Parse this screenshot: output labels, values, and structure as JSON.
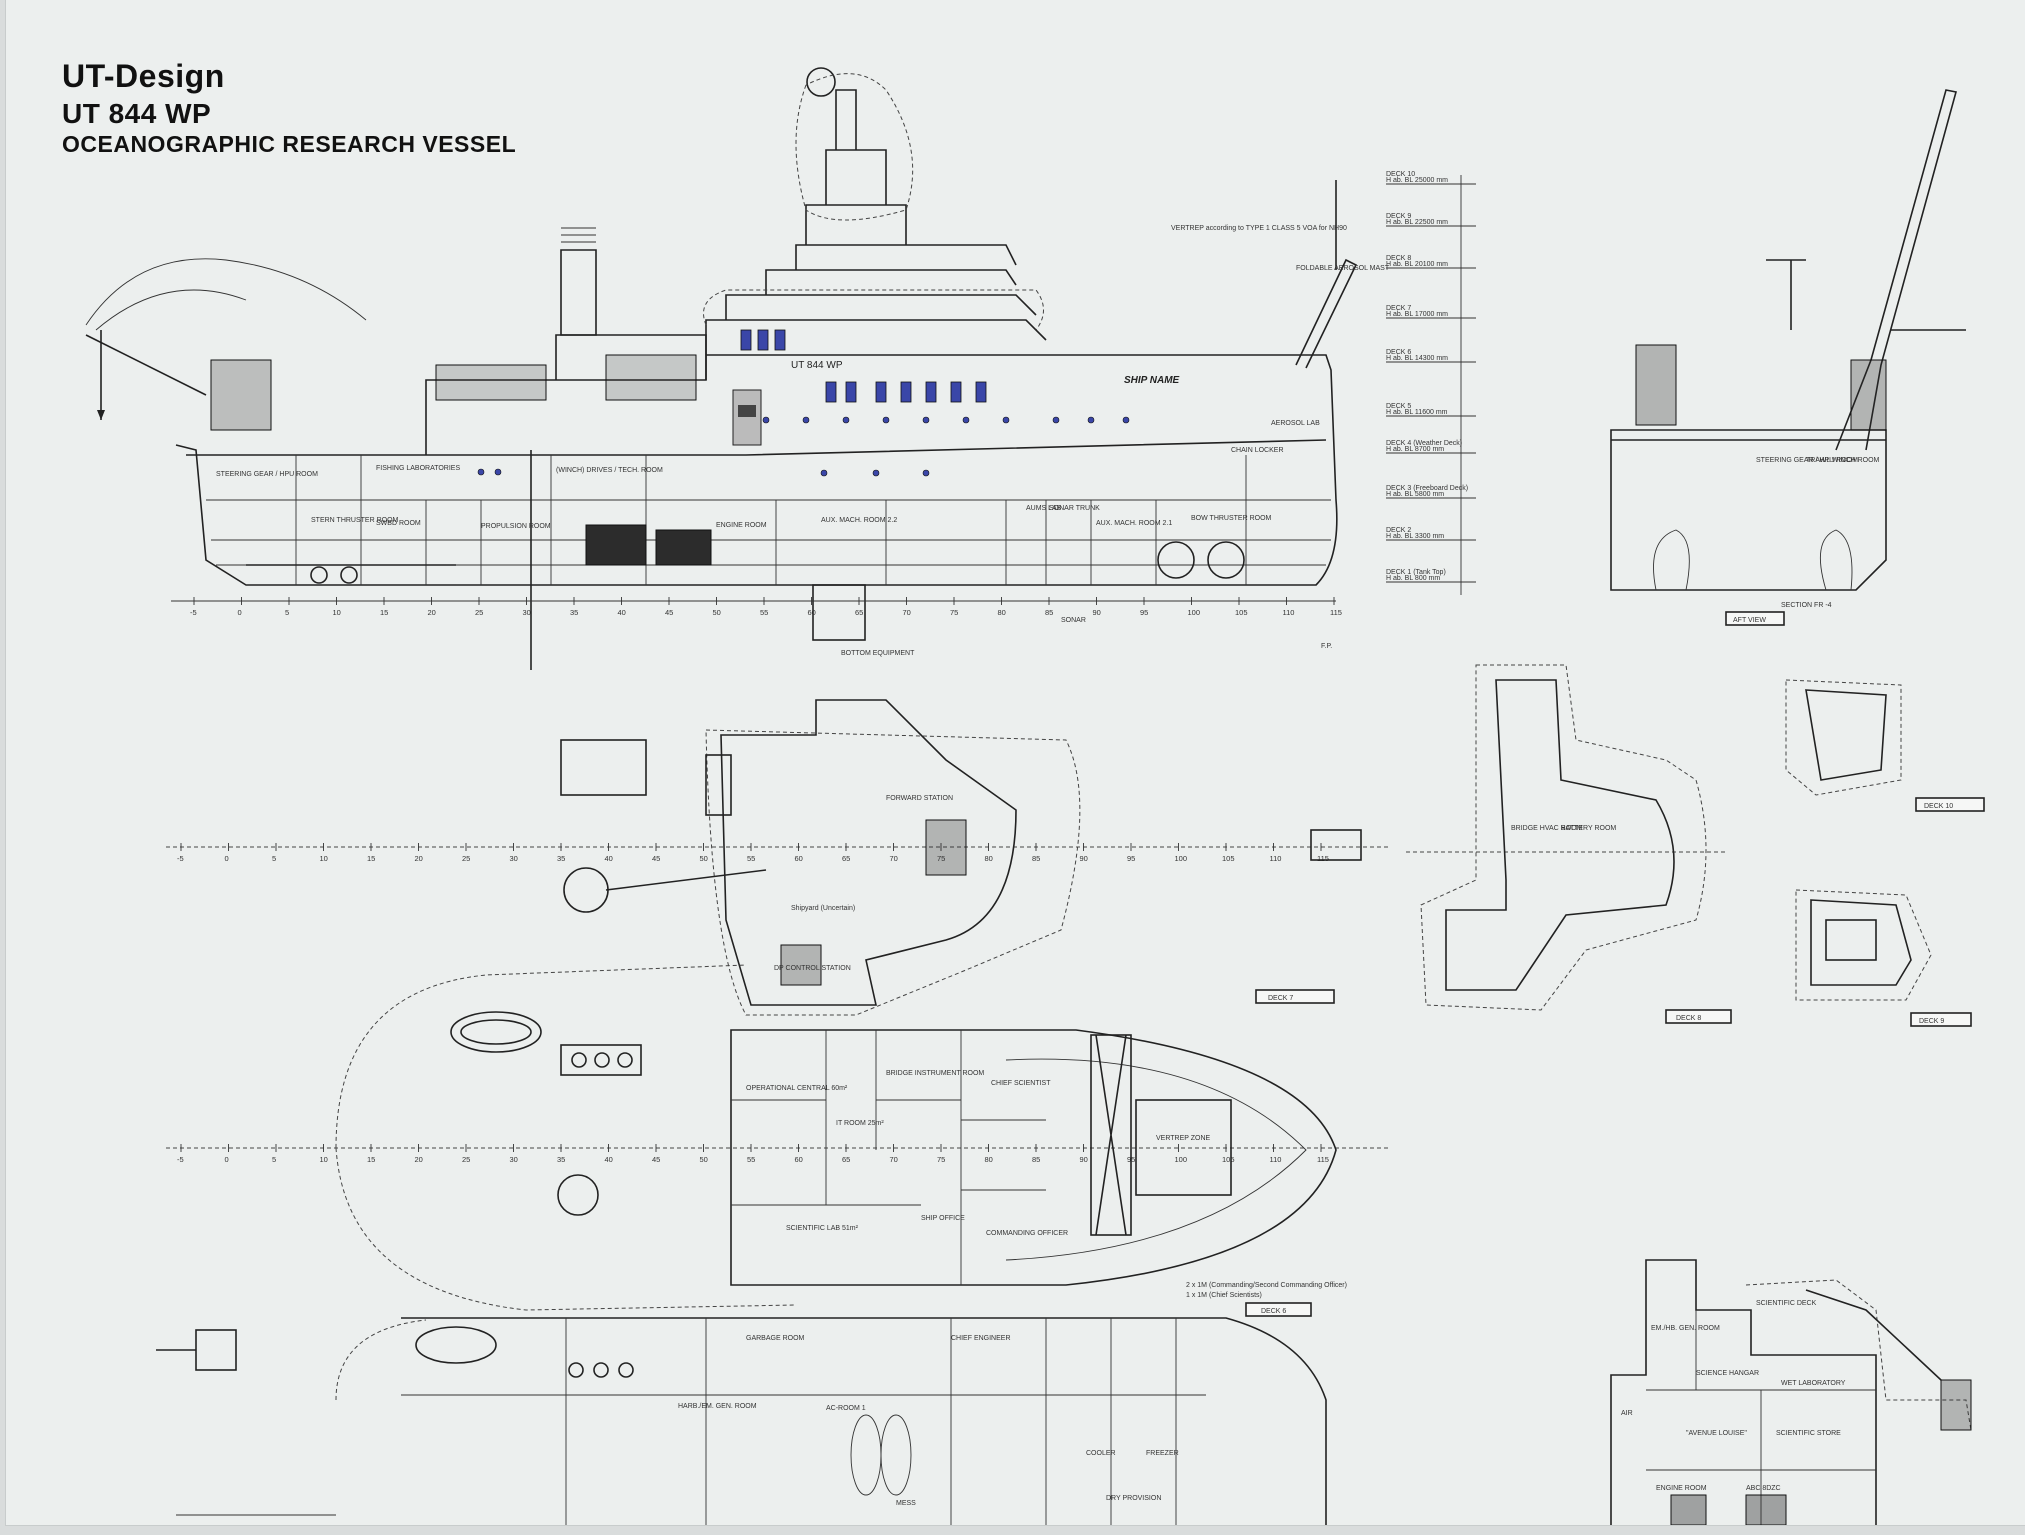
{
  "header": {
    "company": "UT-Design",
    "model": "UT 844 WP",
    "vessel_type": "OCEANOGRAPHIC RESEARCH VESSEL"
  },
  "profile": {
    "hull_marking": "UT 844 WP",
    "ship_name": "SHIP NAME",
    "rooms": [
      "STEERING GEAR / HPU ROOM",
      "FISHING LABORATORIES",
      "(WINCH) DRIVES / TECH. ROOM",
      "STERN THRUSTER ROOM",
      "SWBD ROOM",
      "PROPULSION ROOM",
      "ENGINE ROOM",
      "AUX. MACH. ROOM 2.2",
      "AUX. MACH. ROOM 2.1",
      "AUMS LAB",
      "SONAR TRUNK",
      "BOW THRUSTER ROOM",
      "CHAIN LOCKER",
      "AEROSOL LAB"
    ],
    "notes": [
      "VERTREP according to TYPE 1 CLASS 5 VOA for NH90",
      "FOLDABLE AEROSOL MAST",
      "BOTTOM EQUIPMENT",
      "SONAR"
    ],
    "fp_label": "F.P.",
    "frame_ticks": [
      "-5",
      "0",
      "5",
      "10",
      "15",
      "20",
      "25",
      "30",
      "35",
      "40",
      "45",
      "50",
      "55",
      "60",
      "65",
      "70",
      "75",
      "80",
      "85",
      "90",
      "95",
      "100",
      "105",
      "110",
      "115"
    ]
  },
  "deck_heights": [
    {
      "deck": "DECK 10",
      "height": "H ab. BL 25000 mm"
    },
    {
      "deck": "DECK 9",
      "height": "H ab. BL 22500 mm"
    },
    {
      "deck": "DECK 8",
      "height": "H ab. BL 20100 mm"
    },
    {
      "deck": "DECK 7",
      "height": "H ab. BL 17000 mm"
    },
    {
      "deck": "DECK 6",
      "height": "H ab. BL 14300 mm"
    },
    {
      "deck": "DECK 5",
      "height": "H ab. BL 11600 mm"
    },
    {
      "deck": "DECK 4 (Weather Deck)",
      "height": "H ab. BL 8700 mm"
    },
    {
      "deck": "DECK 3 (Freeboard Deck)",
      "height": "H ab. BL 5800 mm"
    },
    {
      "deck": "DECK 2",
      "height": "H ab. BL 3300 mm"
    },
    {
      "deck": "DECK 1 (Tank Top)",
      "height": "H ab. BL 800 mm"
    }
  ],
  "aft_view": {
    "label": "AFT VIEW",
    "section": "SECTION FR -4",
    "rooms": [
      "STEERING GEAR / HPU ROOM",
      "TRAWL WINCH ROOM"
    ]
  },
  "deck7": {
    "label": "DECK 7",
    "rooms": [
      "DP CONTROL STATION",
      "FORWARD STATION",
      "Shipyard (Uncertain)"
    ]
  },
  "deck8": {
    "label": "DECK 8",
    "rooms": [
      "BRIDGE HVAC ROOM",
      "BATTERY ROOM"
    ]
  },
  "deck9": {
    "label": "DECK 9"
  },
  "deck10": {
    "label": "DECK 10"
  },
  "deck6": {
    "label": "DECK 6",
    "rooms": [
      "OPERATIONAL CENTRAL 60m²",
      "BRIDGE INSTRUMENT ROOM",
      "IT ROOM 25m²",
      "SCIENTIFIC LAB 51m²",
      "SHIP OFFICE",
      "CHIEF SCIENTIST",
      "COMMANDING OFFICER",
      "VERTREP ZONE"
    ],
    "notes": [
      "2 x 1M (Commanding/Second Commanding Officer)",
      "1 x 1M (Chief Scientists)"
    ]
  },
  "deck5": {
    "rooms": [
      "AC-ROOM 1",
      "HARB./EM. GEN. ROOM",
      "CHIEF ENGINEER",
      "COOLER",
      "FREEZER",
      "DRY PROVISION",
      "MESS",
      "GARBAGE ROOM"
    ]
  },
  "section_view": {
    "rooms": [
      "EM./HB. GEN. ROOM",
      "SCIENCE HANGAR",
      "WET LABORATORY",
      "\"AVENUE LOUISE\"",
      "SCIENTIFIC STORE",
      "ENGINE ROOM",
      "ABC 8DZC",
      "AIR",
      "SCIENTIFIC DECK"
    ]
  },
  "colors": {
    "paper": "#ecefee",
    "ink": "#222222",
    "window": "#3a46a8"
  }
}
